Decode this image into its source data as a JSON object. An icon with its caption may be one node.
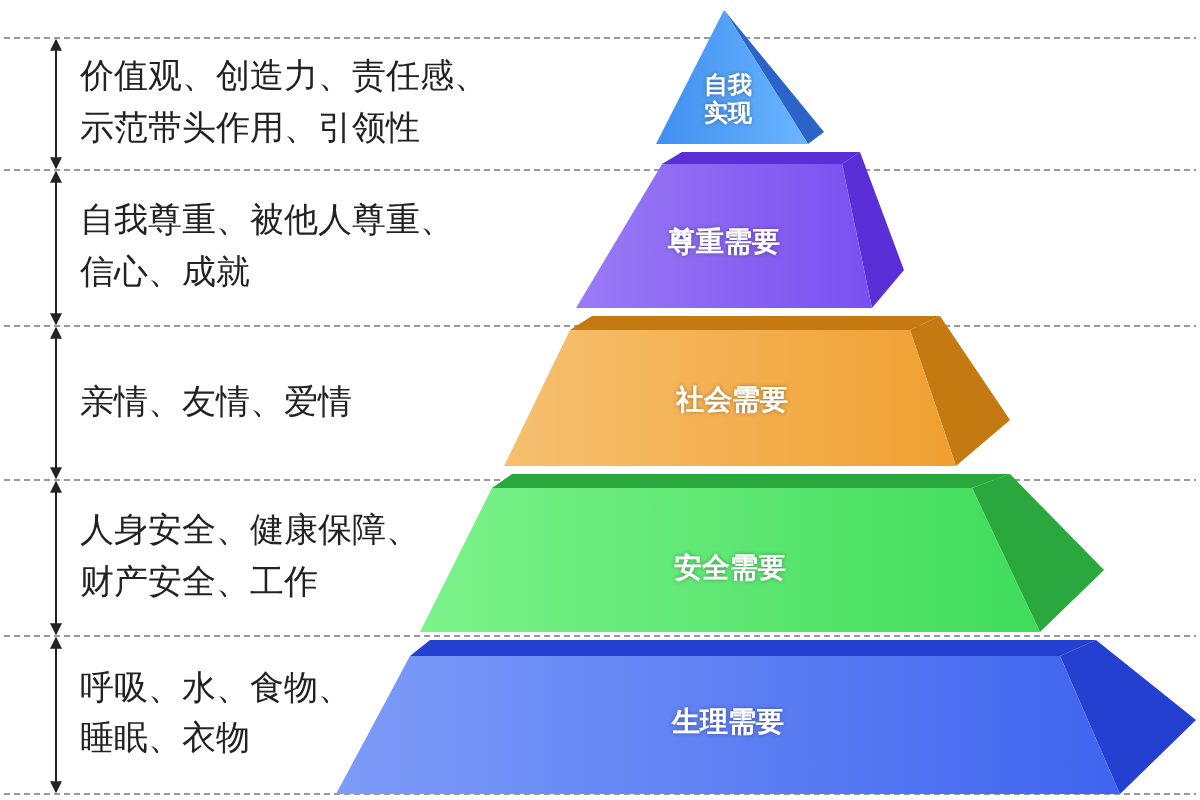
{
  "diagram": {
    "nodes": [
      {
        "text": [
          "自我实现"
        ]
      },
      {
        "text": [
          "尊重需要"
        ]
      },
      {
        "text": [
          "社会需要"
        ]
      },
      {
        "text": [
          "安全需要"
        ]
      },
      {
        "text": [
          "生理需要"
        ]
      }
    ],
    "labels": [
      "价值观、创造力、责任感、示范带头作用、引领性",
      "自我尊重、被他人尊重、信心、成就",
      "亲情、友情、爱情",
      "人身安全、健康保障、财产安全、工作",
      "呼吸、水、食物、睡眠、衣物"
    ]
  }
}
